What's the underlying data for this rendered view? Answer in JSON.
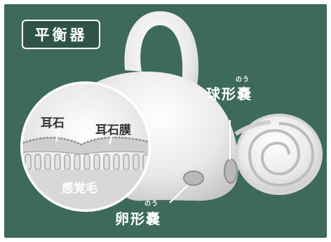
{
  "title": "平衡器",
  "labels": {
    "otolith": "耳石",
    "otolith_membrane": "耳石膜",
    "sensory_hair": "感覚毛",
    "saccule": "球形嚢",
    "saccule_ruby": "のう",
    "utricle": "卵形嚢",
    "utricle_ruby": "のう"
  },
  "colors": {
    "background": "#3e6a5a",
    "organ": "#eeeeee",
    "text": "#ffffff"
  }
}
